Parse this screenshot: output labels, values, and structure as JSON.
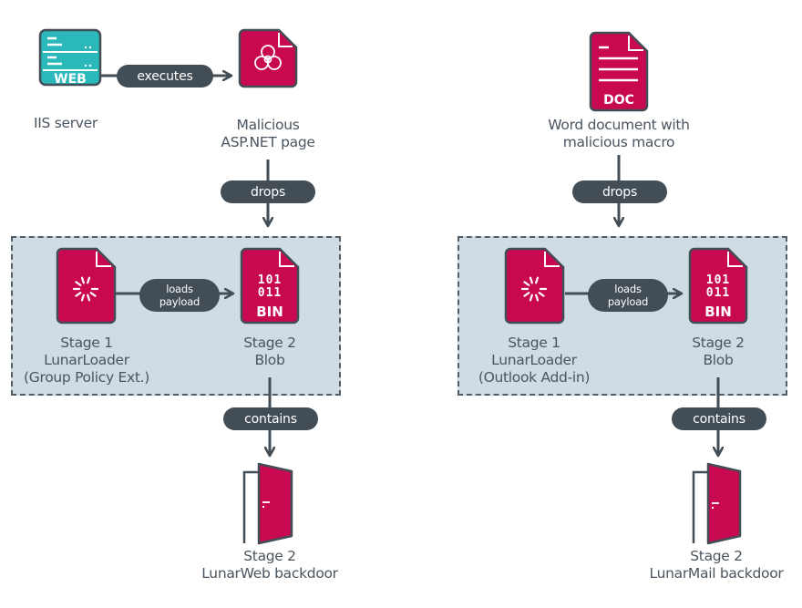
{
  "colors": {
    "accent_red": "#c8094f",
    "server_teal": "#2ab8bb",
    "outline_dark": "#434d55",
    "group_fill": "#cfdce3",
    "label_text": "#4a5560"
  },
  "left_chain": {
    "server": {
      "icon": "web-server-icon",
      "badge": "WEB",
      "label": "IIS server"
    },
    "executes_label": "executes",
    "asp_page": {
      "icon": "biohazard-document-icon",
      "label_lines": [
        "Malicious",
        "ASP.NET page"
      ]
    },
    "drops_label": "drops",
    "group": {
      "loader": {
        "icon": "loader-document-icon",
        "label_lines": [
          "Stage 1",
          "LunarLoader",
          "(Group Policy Ext.)"
        ]
      },
      "loads_label_lines": [
        "loads",
        "payload"
      ],
      "blob": {
        "icon": "binary-document-icon",
        "bits": [
          "101",
          "011"
        ],
        "badge": "BIN",
        "label_lines": [
          "Stage 2",
          "Blob"
        ]
      }
    },
    "contains_label": "contains",
    "backdoor": {
      "icon": "backdoor-icon",
      "label_lines": [
        "Stage 2",
        "LunarWeb backdoor"
      ]
    }
  },
  "right_chain": {
    "document": {
      "icon": "word-document-icon",
      "badge": "DOC",
      "label_lines": [
        "Word document with",
        "malicious macro"
      ]
    },
    "drops_label": "drops",
    "group": {
      "loader": {
        "icon": "loader-document-icon",
        "label_lines": [
          "Stage 1",
          "LunarLoader",
          "(Outlook Add-in)"
        ]
      },
      "loads_label_lines": [
        "loads",
        "payload"
      ],
      "blob": {
        "icon": "binary-document-icon",
        "bits": [
          "101",
          "011"
        ],
        "badge": "BIN",
        "label_lines": [
          "Stage 2",
          "Blob"
        ]
      }
    },
    "contains_label": "contains",
    "backdoor": {
      "icon": "backdoor-icon",
      "label_lines": [
        "Stage 2",
        "LunarMail backdoor"
      ]
    }
  }
}
